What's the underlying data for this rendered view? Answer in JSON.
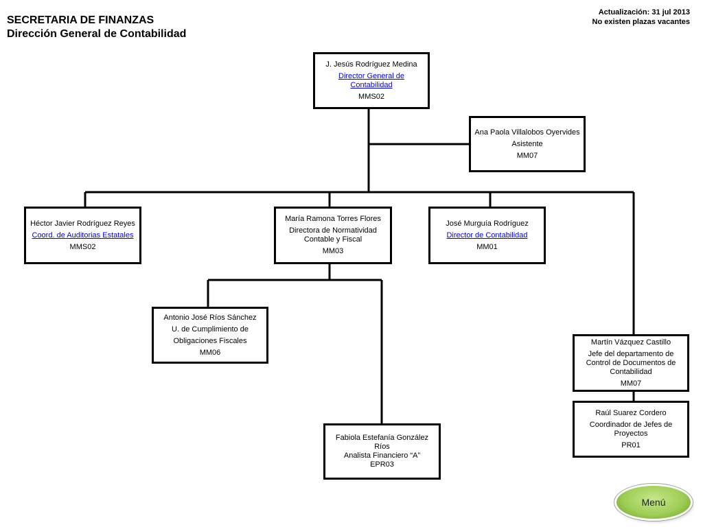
{
  "header": {
    "title_line1": "SECRETARIA DE FINANZAS",
    "title_line2": "Dirección General de Contabilidad",
    "update_line1": "Actualización: 31 jul 2013",
    "update_line2": "No existen plazas  vacantes"
  },
  "nodes": {
    "director_general": {
      "name": "J. Jesús Rodríguez Medina",
      "position": "Director General de Contabilidad",
      "code": "MMS02"
    },
    "asistente": {
      "name": "Ana Paola Villalobos Oyervides",
      "position": "Asistente",
      "code": "MM07"
    },
    "coord_auditorias": {
      "name": "Héctor Javier Rodríguez Reyes",
      "position": "Coord. de Auditorias Estatales",
      "code": "MMS02"
    },
    "directora_normatividad": {
      "name": "María Ramona Torres Flores",
      "position": "Directora de Normatividad Contable y Fiscal",
      "code": "MM03"
    },
    "director_contabilidad": {
      "name": "José Murguía Rodríguez",
      "position": "Director de Contabilidad",
      "code": "MM01"
    },
    "cumplimiento": {
      "name": "Antonio José Ríos Sánchez",
      "position_line1": "U. de Cumplimiento de",
      "position_line2": "Obligaciones Fiscales",
      "code": "MM06"
    },
    "analista": {
      "name": "Fabiola Estefanía González Ríos",
      "position": "Analista Financiero “A”",
      "code": "EPR03"
    },
    "jefe_documentos": {
      "name": "Martín Vázquez Castillo",
      "position": "Jefe del departamento de Control de Documentos de Contabilidad",
      "code": "MM07"
    },
    "coord_proyectos": {
      "name": "Raúl Suarez Cordero",
      "position": "Coordinador de Jefes de Proyectos",
      "code": "PR01"
    }
  },
  "menu": {
    "label": "Menú"
  }
}
